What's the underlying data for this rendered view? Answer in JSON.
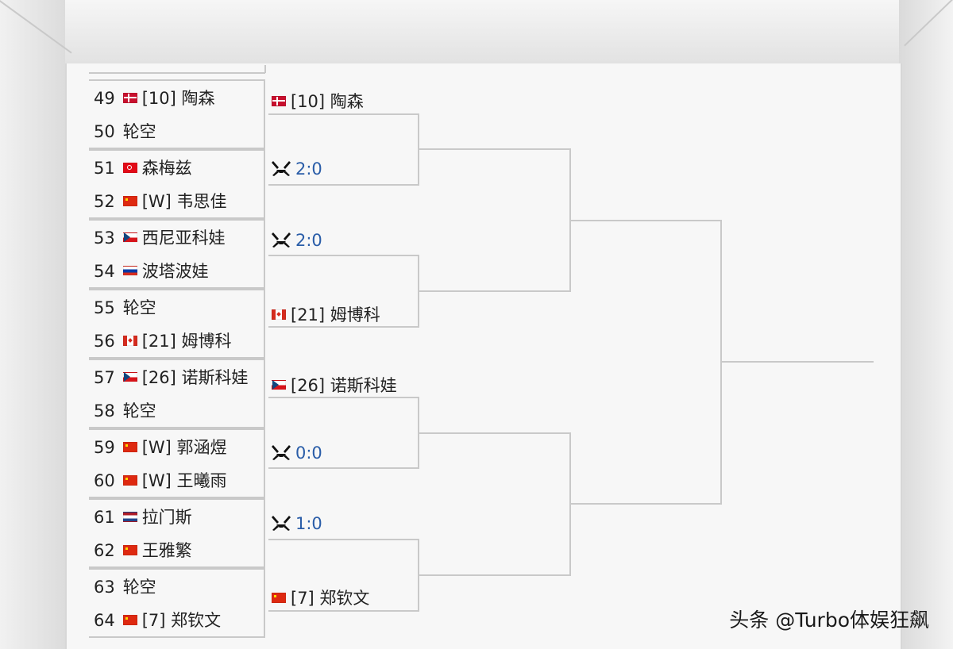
{
  "round1": [
    {
      "num": "49",
      "flag": "dk",
      "name": "[10] 陶森"
    },
    {
      "num": "50",
      "flag": "",
      "name": "轮空"
    },
    {
      "num": "51",
      "flag": "tr",
      "name": "森梅兹"
    },
    {
      "num": "52",
      "flag": "cn",
      "name": "[W] 韦思佳"
    },
    {
      "num": "53",
      "flag": "cz",
      "name": "西尼亚科娃"
    },
    {
      "num": "54",
      "flag": "ru",
      "name": "波塔波娃"
    },
    {
      "num": "55",
      "flag": "",
      "name": "轮空"
    },
    {
      "num": "56",
      "flag": "ca",
      "name": "[21] 姆博科"
    },
    {
      "num": "57",
      "flag": "cz",
      "name": "[26] 诺斯科娃"
    },
    {
      "num": "58",
      "flag": "",
      "name": "轮空"
    },
    {
      "num": "59",
      "flag": "cn",
      "name": "[W] 郭涵煜"
    },
    {
      "num": "60",
      "flag": "cn",
      "name": "[W] 王曦雨"
    },
    {
      "num": "61",
      "flag": "nl",
      "name": "拉门斯"
    },
    {
      "num": "62",
      "flag": "cn",
      "name": "王雅繁"
    },
    {
      "num": "63",
      "flag": "",
      "name": "轮空"
    },
    {
      "num": "64",
      "flag": "cn",
      "name": "[7] 郑钦文"
    }
  ],
  "round2": [
    {
      "type": "player",
      "flag": "dk",
      "text": "[10] 陶森"
    },
    {
      "type": "score",
      "text": "2:0"
    },
    {
      "type": "score",
      "text": "2:0"
    },
    {
      "type": "player",
      "flag": "ca",
      "text": "[21] 姆博科"
    },
    {
      "type": "player",
      "flag": "cz",
      "text": "[26] 诺斯科娃"
    },
    {
      "type": "score",
      "text": "0:0"
    },
    {
      "type": "score",
      "text": "1:0"
    },
    {
      "type": "player",
      "flag": "cn",
      "text": "[7] 郑钦文"
    }
  ],
  "icons": {
    "versus": "crossed-swords-icon"
  },
  "colors": {
    "score": "#2a5da8",
    "line": "#c9c9c9",
    "background": "#f7f7f7"
  },
  "watermark": "头条 @Turbo体娱狂飙"
}
